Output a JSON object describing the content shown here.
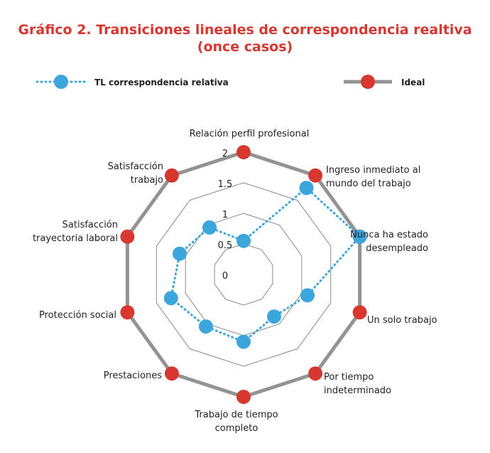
{
  "chart_data": {
    "type": "radar",
    "title": "Gráfico 2. Transiciones lineales de correspondencia realtiva",
    "subtitle": "(once casos)",
    "categories": [
      [
        "Relación perfil profesional"
      ],
      [
        "Ingreso inmediato al",
        "mundo del trabajo"
      ],
      [
        "Nunca ha estado",
        "desempleado"
      ],
      [
        "Un solo trabajo"
      ],
      [
        "Por tiempo",
        "indeterminado"
      ],
      [
        "Trabajo de tiempo",
        "completo"
      ],
      [
        "Prestaciones"
      ],
      [
        "Protección social"
      ],
      [
        "Satisfacción",
        "trayectoria laboral"
      ],
      [
        "Satisfacción",
        "trabajo"
      ]
    ],
    "rlim": [
      0,
      2
    ],
    "ticks": [
      0,
      0.5,
      1,
      1.5,
      2
    ],
    "tick_labels": [
      "0",
      "0.5",
      "1",
      "1.5",
      "2"
    ],
    "grid": true,
    "legend_position": "top",
    "series": [
      {
        "name": "TL correspondencia relativa",
        "values": [
          0.55,
          1.75,
          2.0,
          1.1,
          0.85,
          1.1,
          1.05,
          1.25,
          1.1,
          0.95
        ],
        "color": "#3aa6dc",
        "style": "dotted"
      },
      {
        "name": "Ideal",
        "values": [
          2,
          2,
          2,
          2,
          2,
          2,
          2,
          2,
          2,
          2
        ],
        "color": "#d8372f",
        "line_color": "#939393",
        "style": "solid"
      }
    ]
  }
}
